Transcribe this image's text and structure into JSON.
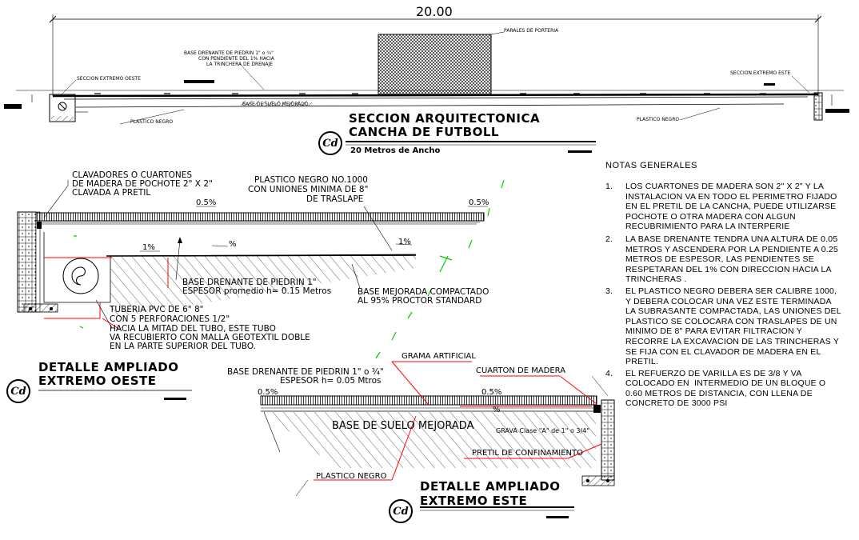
{
  "top_section": {
    "dimension": "20.00",
    "label_goal_posts": "PARALES DE PORTERIA",
    "label_drain_1": "BASE DRENANTE DE PIEDRIN 1\" o ¾\"",
    "label_drain_2": "CON PENDIENTE DEL 1% HACIA",
    "label_drain_3": "LA TRINCHERA DE DRENAJE",
    "label_west": "SECCION EXTREMO OESTE",
    "label_east": "SECCION EXTREMO ESTE",
    "label_plastic_left": "PLASTICO NEGRO",
    "label_plastic_right": "PLASTICO NEGRO",
    "label_base": "BASE DE SUELO MEJORADO",
    "title_1": "SECCION ARQUITECTONICA",
    "title_2": "CANCHA DE FUTBOLL",
    "subtitle": "20 Metros de Ancho"
  },
  "west_detail": {
    "label_clav_1": "CLAVADORES O CUARTONES",
    "label_clav_2": "DE MADERA DE POCHOTE 2\" X 2\"",
    "label_clav_3": "CLAVADA A PRETIL",
    "label_plastic_1": "PLASTICO NEGRO NO.1000",
    "label_plastic_2": "CON UNIONES MINIMA DE 8\"",
    "label_plastic_3": "DE TRASLAPE",
    "slope_a": "0.5%",
    "slope_b": "0.5%",
    "slope_c": "1%",
    "slope_d": "%",
    "slope_e": "1%",
    "label_drain_1": "BASE DRENANTE DE PIEDRIN 1\"",
    "label_drain_2": "ESPESOR promedio h= 0.15 Metros",
    "label_base_1": "BASE MEJORADA COMPACTADO",
    "label_base_2": "AL 95% PROCTOR STANDARD",
    "label_pipe_1": "TUBERIA PVC DE 6\" 8\"",
    "label_pipe_2": "CON 5 PERFORACIONES 1/2\"",
    "label_pipe_3": "HACIA LA MITAD DEL TUBO, ESTE TUBO",
    "label_pipe_4": "VA RECUBIERTO CON MALLA GEOTEXTIL DOBLE",
    "label_pipe_5": "EN LA PARTE SUPERIOR DEL TUBO.",
    "title_1": "DETALLE AMPLIADO",
    "title_2": "EXTREMO OESTE"
  },
  "east_detail": {
    "label_grass": "GRAMA ARTIFICIAL",
    "label_drain_1": "BASE DRENANTE DE PIEDRIN 1\" o ¾\"",
    "label_drain_2": "ESPESOR h= 0.05 Mtros",
    "label_cuarton": "CUARTON DE MADERA",
    "slope_a": "0.5%",
    "slope_b": "0.5%",
    "slope_c": "%",
    "label_base": "BASE DE SUELO MEJORADA",
    "label_grava": "GRAVA Clase \"A\" de 1\" o 3/4\"",
    "label_pretil": "PRETIL DE CONFINAMIENTO",
    "label_plastic": "PLASTICO NEGRO",
    "title_1": "DETALLE AMPLIADO",
    "title_2": "EXTREMO ESTE"
  },
  "notes": {
    "title": "NOTAS GENERALES",
    "items": [
      {
        "num": "1.",
        "lines": [
          "LOS CUARTONES DE MADERA SON 2\" X 2\" Y LA",
          "INSTALACION VA EN TODO EL PERIMETRO FIJADO",
          "EN EL PRETIL DE LA CANCHA, PUEDE UTILIZARSE",
          "POCHOTE O OTRA MADERA CON ALGUN",
          "RECUBRIMIENTO PARA LA INTERPERIE"
        ]
      },
      {
        "num": "2.",
        "lines": [
          "LA BASE DRENANTE TENDRA UNA ALTURA DE 0.05",
          "METROS Y ASCENDERA POR LA PENDIENTE A 0.25",
          "METROS DE ESPESOR, LAS PENDIENTES SE",
          "RESPETARAN DEL 1% CON DIRECCION HACIA LA",
          "TRINCHERAS ."
        ]
      },
      {
        "num": "3.",
        "lines": [
          "EL PLASTICO NEGRO DEBERA SER CALIBRE 1000,",
          "Y DEBERA COLOCAR UNA VEZ ESTE TERMINADA",
          "LA SUBRASANTE COMPACTADA, LAS UNIONES DEL",
          "PLASTICO SE COLOCARA CON TRASLAPES DE UN",
          "MINIMO DE 8\" PARA EVITAR FILTRACION Y",
          "RECORRE LA EXCAVACION DE LAS TRINCHERAS Y",
          "SE FIJA CON EL CLAVADOR DE MADERA EN EL",
          "PRETIL."
        ]
      },
      {
        "num": "4.",
        "lines": [
          "EL REFUERZO DE VARILLA ES DE 3/8 Y VA",
          "COLOCADO EN  INTERMEDIO DE UN BLOQUE O",
          "0.60 METROS DE DISTANCIA, CON LLENA DE",
          "CONCRETO DE 3000 PSI"
        ]
      }
    ]
  },
  "logo_text": "Cd",
  "colors": {
    "red": "#ff0000",
    "green": "#00cc00",
    "line": "#000000"
  }
}
